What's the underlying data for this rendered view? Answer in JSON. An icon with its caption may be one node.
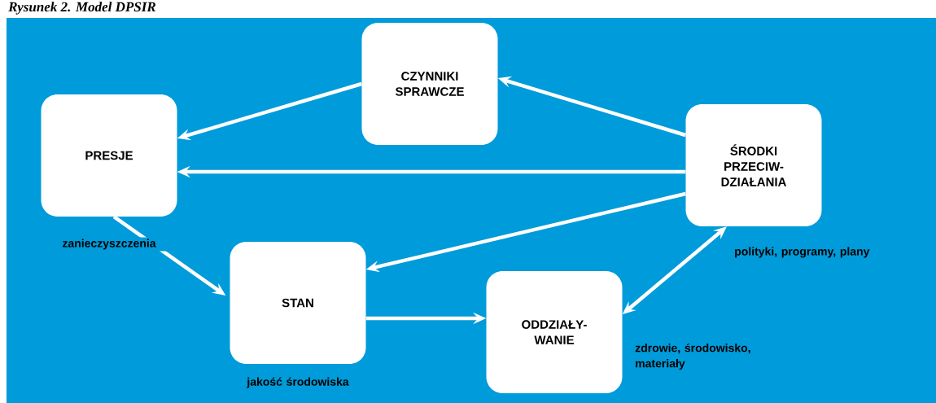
{
  "diagram": {
    "title": "Rysunek 2. Model DPSIR",
    "nodes": [
      {
        "text": [
          "CZYNNIKI SPRAWCZE"
        ]
      },
      {
        "text": [
          "PRESJE"
        ],
        "beside": [
          "zanieczyszczenia"
        ]
      },
      {
        "text": [
          "ŚRODKI PRZECIW- DZIAŁANIA"
        ],
        "beside": [
          "polityki, programy, plany"
        ]
      },
      {
        "text": [
          "STAN"
        ],
        "beside": [
          "jakość środowiska"
        ]
      },
      {
        "text": [
          "ODDZIAŁY- WANIE"
        ],
        "beside": [
          "zdrowie, środowisko, materiały"
        ]
      }
    ],
    "edges": [
      {
        "from": 2,
        "to": 0,
        "arrow": "to"
      },
      {
        "from": 0,
        "to": 1,
        "arrow": "to"
      },
      {
        "from": 2,
        "to": 1,
        "arrow": "to"
      },
      {
        "from": 1,
        "to": 3,
        "arrow": "to"
      },
      {
        "from": 2,
        "to": 3,
        "arrow": "to"
      },
      {
        "from": 3,
        "to": 4,
        "arrow": "to"
      },
      {
        "from": 4,
        "to": 2,
        "arrow": "both"
      }
    ]
  }
}
